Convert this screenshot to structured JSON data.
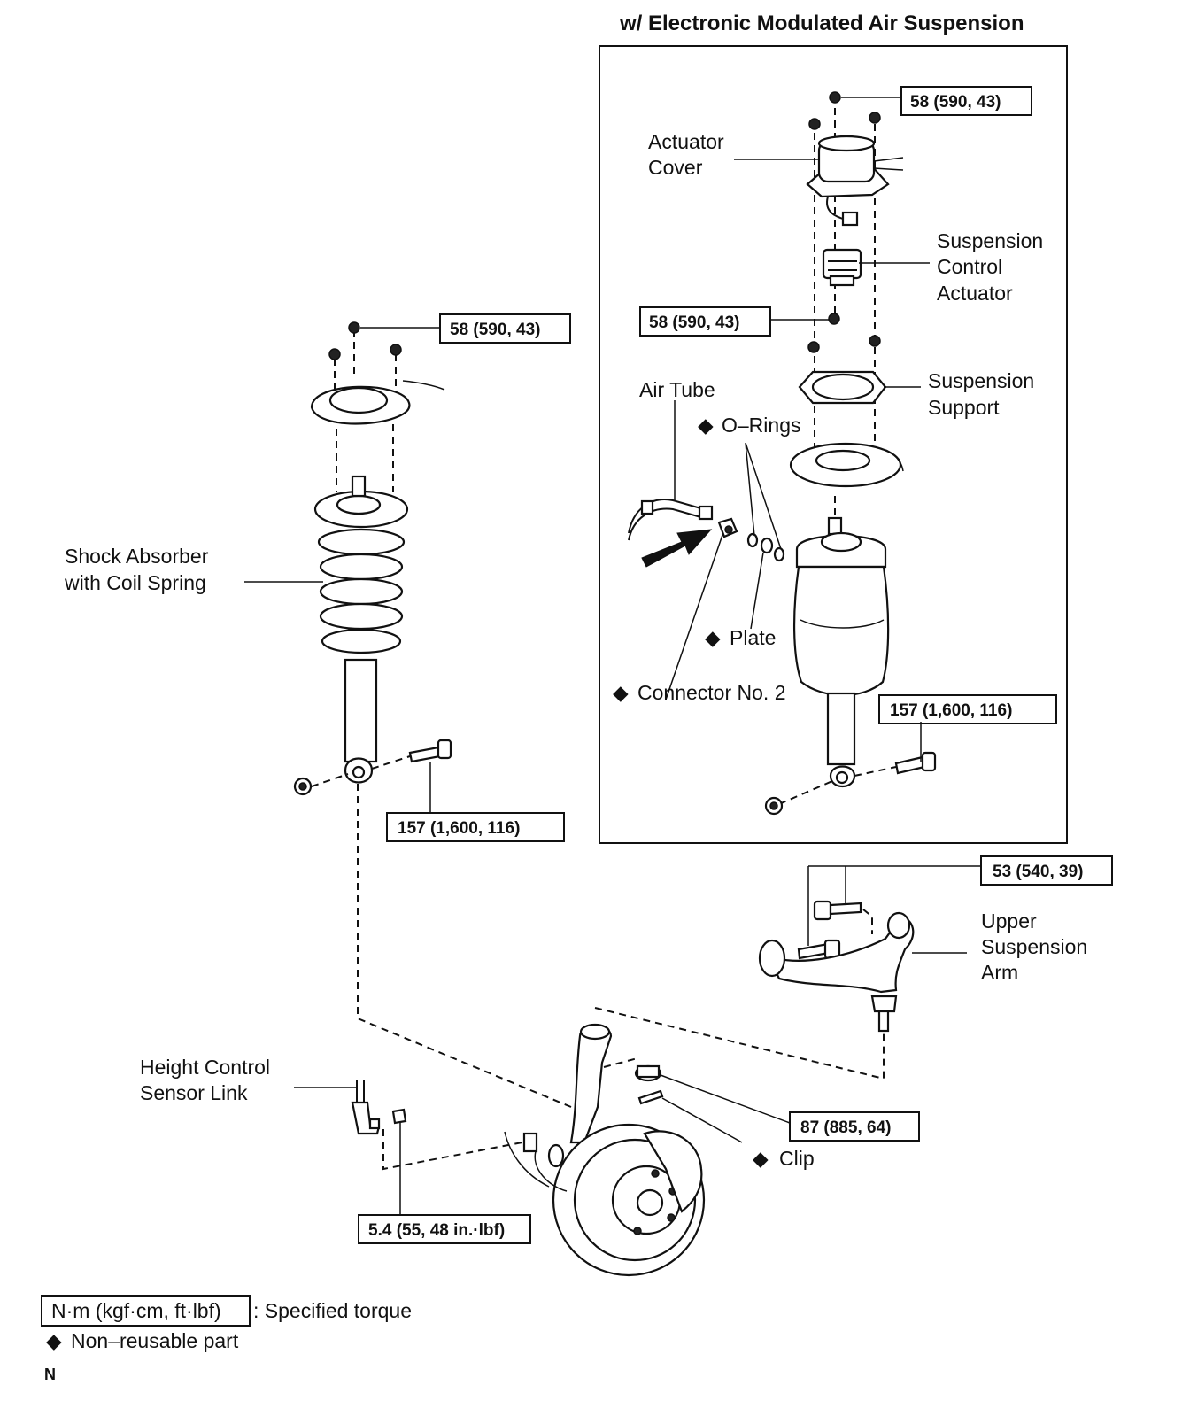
{
  "heading": "w/ Electronic Modulated Air Suspension",
  "labels": {
    "actuator_cover": [
      "Actuator",
      "Cover"
    ],
    "suspension_control_actuator": [
      "Suspension",
      "Control",
      "Actuator"
    ],
    "air_tube": "Air Tube",
    "o_rings": "O–Rings",
    "suspension_support": [
      "Suspension",
      "Support"
    ],
    "plate": "Plate",
    "connector_no2": "Connector No. 2",
    "shock_absorber": [
      "Shock Absorber",
      "with Coil Spring"
    ],
    "upper_suspension_arm": [
      "Upper",
      "Suspension",
      "Arm"
    ],
    "height_control_sensor_link": [
      "Height Control",
      "Sensor Link"
    ],
    "clip": "Clip"
  },
  "torques": {
    "top_nut_air": "58 (590, 43)",
    "mid_nut_air": "58 (590, 43)",
    "lower_bolt_air": "157 (1,600, 116)",
    "top_nut_coil": "58 (590, 43)",
    "lower_bolt_coil": "157 (1,600, 116)",
    "upper_arm_bolts": "53 (540, 39)",
    "ball_joint_nut": "87 (885, 64)",
    "sensor_link_nut": "5.4 (55, 48 in.·lbf)"
  },
  "legend": {
    "torque_box": "N·m (kgf·cm, ft·lbf)",
    "torque_text": ": Specified torque",
    "nonreusable_text": "Non–reusable part",
    "diamond_symbol": "◆"
  },
  "footer_code": "N"
}
